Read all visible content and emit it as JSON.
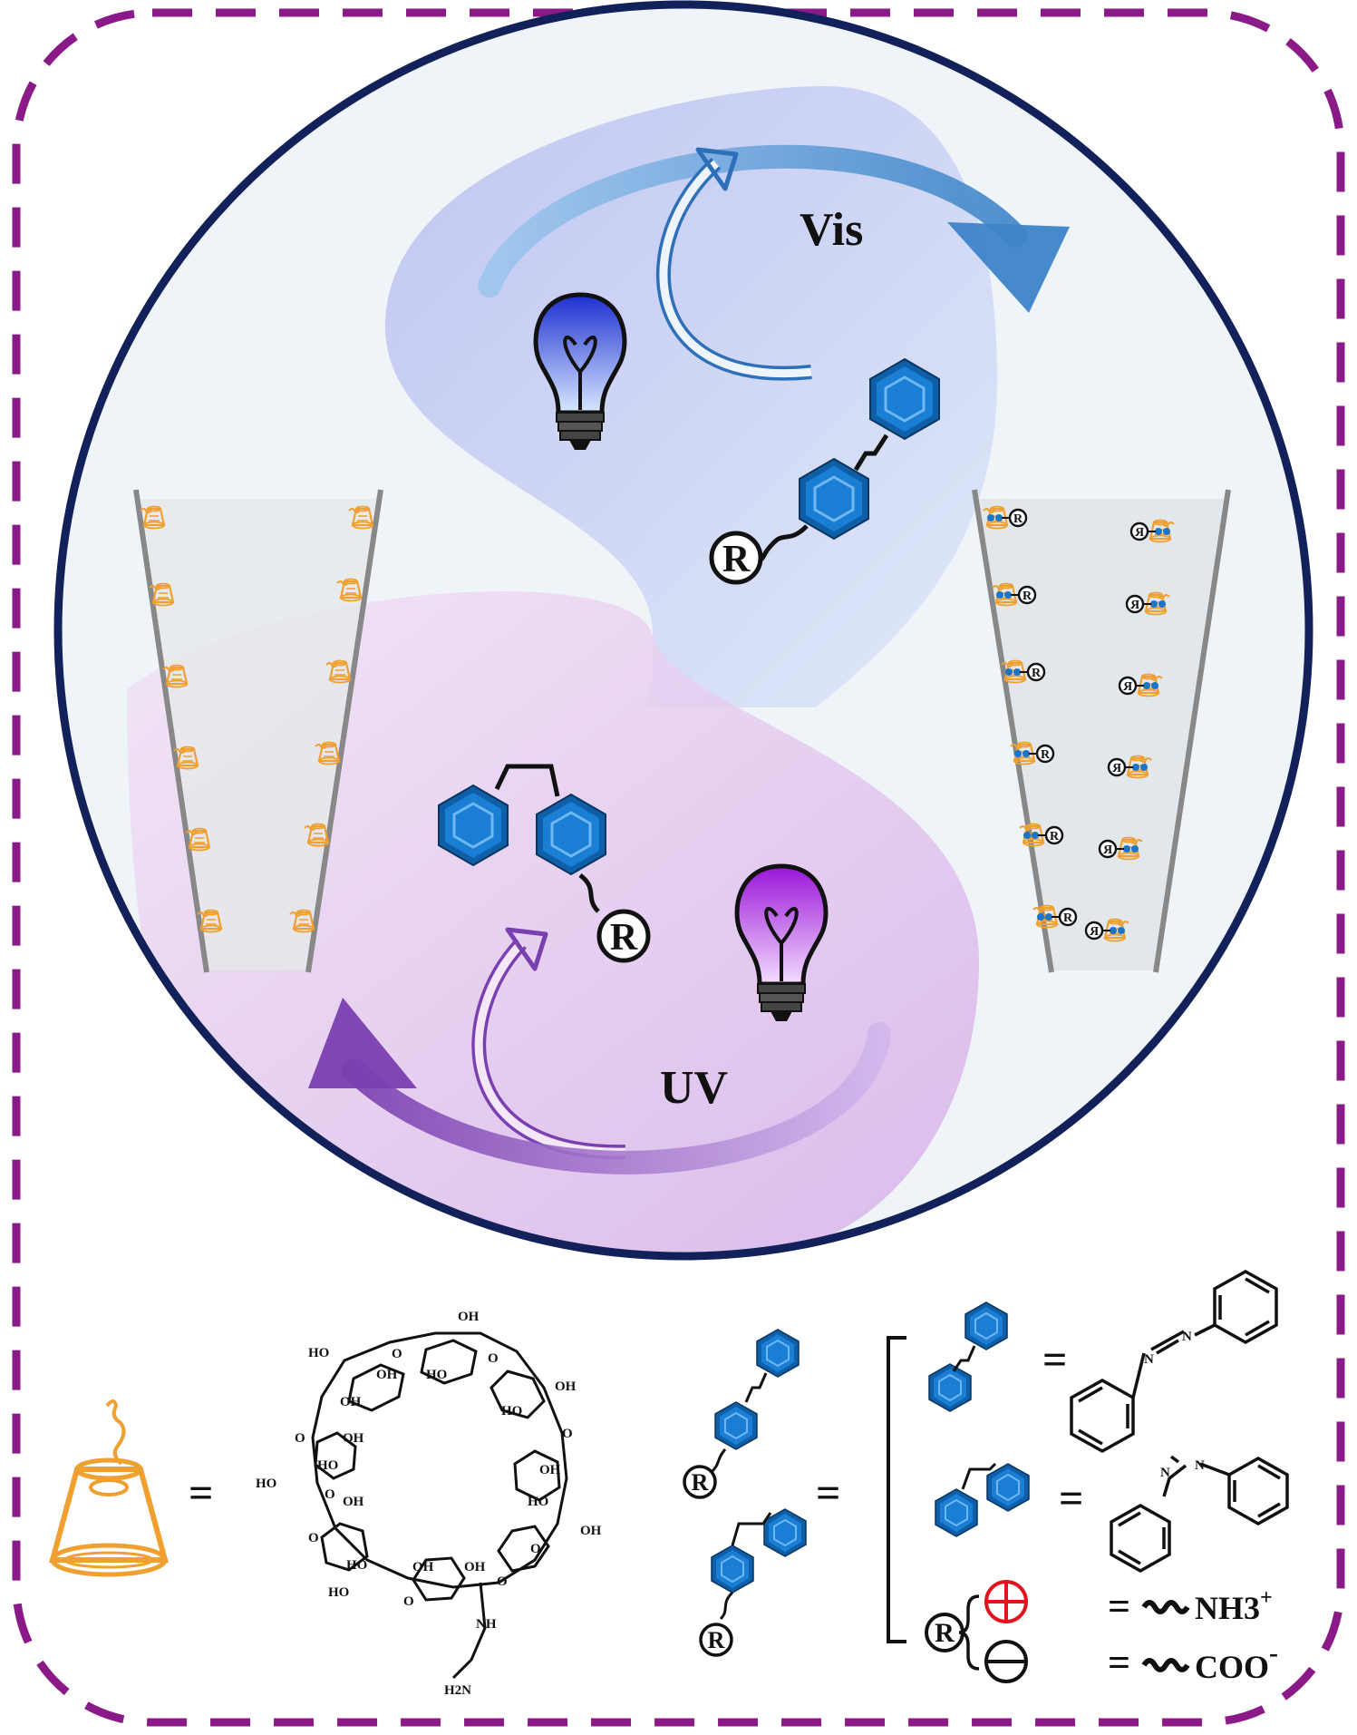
{
  "labels": {
    "visible_light": "Vis",
    "ultraviolet": "UV",
    "r_symbol": "R",
    "equals": "="
  },
  "cyclodextrin": {
    "oh": "OH",
    "ho": "HO",
    "o": "O",
    "nh": "NH",
    "h2n": "H2N"
  },
  "azobenzene": {
    "n_atom": "N"
  },
  "r_groups": {
    "cation": "NH3",
    "cation_charge": "+",
    "anion": "COO",
    "anion_charge": "-"
  },
  "colors": {
    "border": "#8b1a89",
    "circle_outline": "#12215a",
    "vis_lobe": "#c2c6f2",
    "uv_lobe": "#dcb6ea",
    "azo_blue": "#1a74c9",
    "cd_orange": "#f0a030",
    "plus_red": "#e0141e",
    "uv_arrow": "#8452b8",
    "vis_arrow": "#4a8fd2"
  }
}
